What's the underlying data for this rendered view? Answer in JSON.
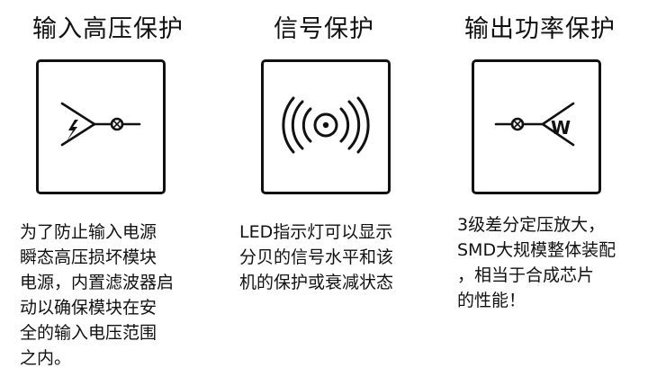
{
  "features": [
    {
      "title": "输入高压保护",
      "icon": "surge-input-icon",
      "desc_lines": [
        "为了防止输入电源",
        "瞬态高压损坏模块",
        "电源，内置滤波器启",
        "动以确保模块在安",
        "全的输入电压范围",
        "之内。"
      ]
    },
    {
      "title": "信号保护",
      "icon": "signal-waves-icon",
      "desc_lines": [
        "LED指示灯可以显示",
        "分贝的信号水平和该",
        "机的保护或衰减状态"
      ]
    },
    {
      "title": "输出功率保护",
      "icon": "power-output-icon",
      "icon_label": "W",
      "desc_lines": [
        "3级差分定压放大，",
        "SMD大规模整体装配",
        "，相当于合成芯片",
        "的性能！"
      ]
    }
  ]
}
